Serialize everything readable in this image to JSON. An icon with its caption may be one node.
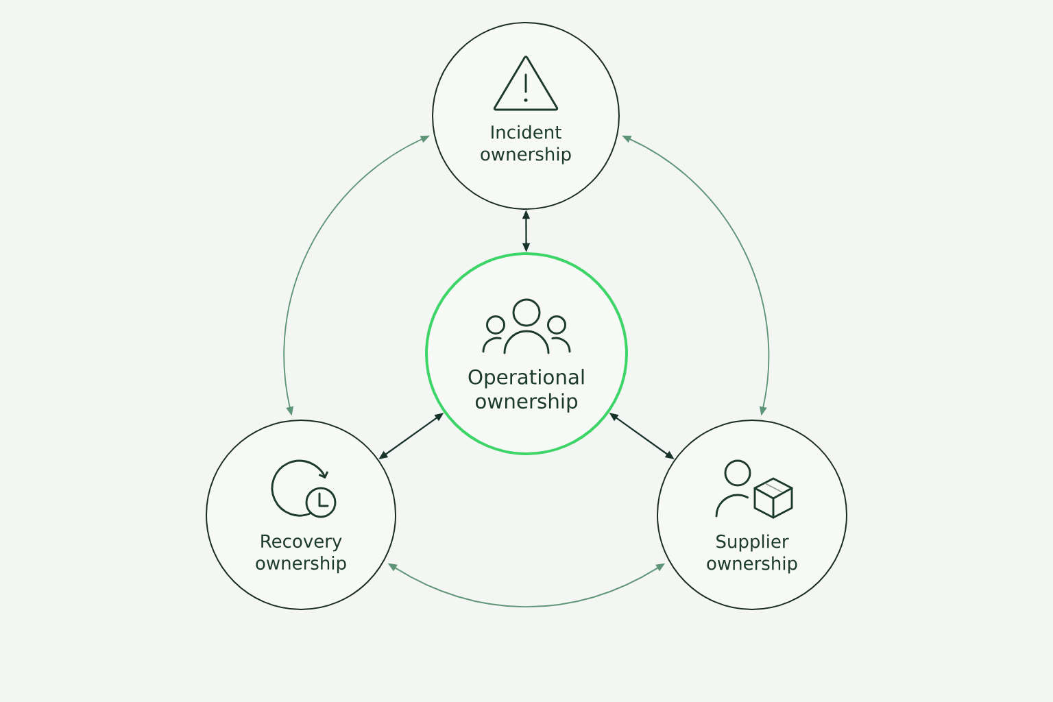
{
  "diagram": {
    "nodes": [
      {
        "text": [
          "Incident ownership"
        ]
      },
      {
        "text": [
          "Operational ownership"
        ]
      },
      {
        "text": [
          "Recovery ownership"
        ]
      },
      {
        "text": [
          "Supplier ownership"
        ]
      }
    ],
    "edges": [
      {
        "from": 0,
        "to": 1,
        "arrow": "both"
      },
      {
        "from": 1,
        "to": 2,
        "arrow": "both"
      },
      {
        "from": 1,
        "to": 3,
        "arrow": "both"
      },
      {
        "from": 0,
        "to": 2,
        "arrow": "both",
        "color": "#5e9478"
      },
      {
        "from": 0,
        "to": 3,
        "arrow": "both",
        "color": "#5e9478"
      },
      {
        "from": 2,
        "to": 3,
        "arrow": "both",
        "color": "#5e9478"
      }
    ]
  }
}
